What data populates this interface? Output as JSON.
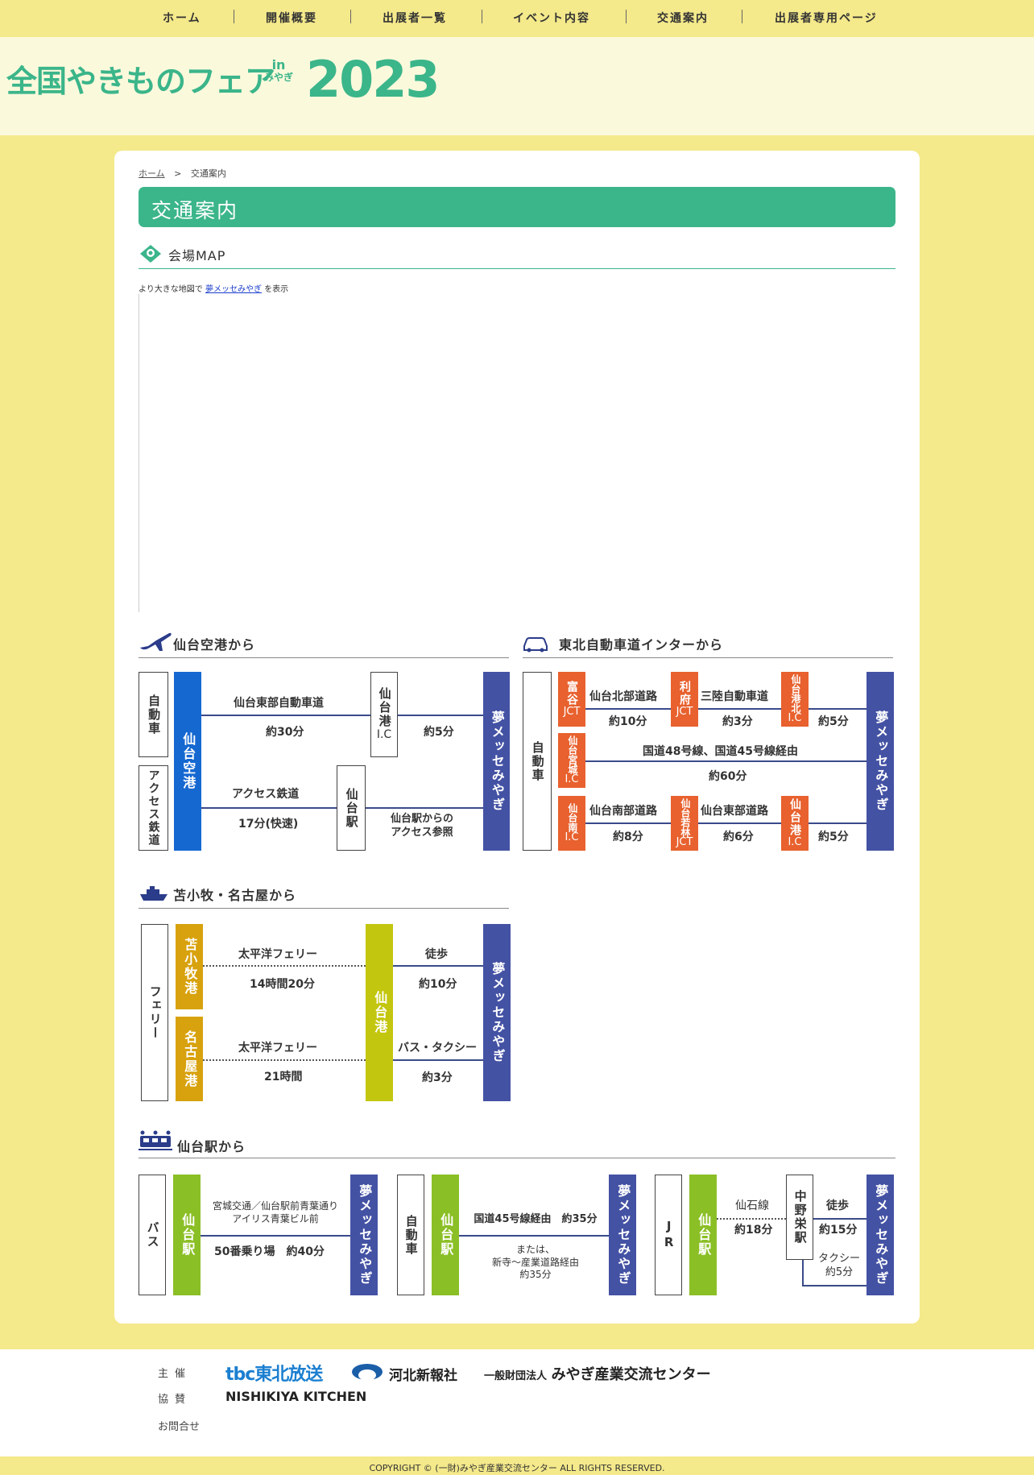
{
  "nav": {
    "items": [
      "ホーム",
      "開催概要",
      "出展者一覧",
      "イベント内容",
      "交通案内",
      "出展者専用ページ"
    ]
  },
  "logo": {
    "main": "全国やきものフェア",
    "in": "in",
    "miyagi": "みやぎ",
    "year": "2023"
  },
  "breadcrumb": {
    "home": "ホーム",
    "sep": ">",
    "current": "交通案内"
  },
  "page_title": "交通案内",
  "map_section": {
    "heading": "会場MAP",
    "link_prefix": "より大きな地図で",
    "link_text": "夢メッセみやぎ",
    "link_suffix": "を表示"
  },
  "airport": {
    "heading": "仙台空港から",
    "car": "自動車",
    "rail": "アクセス鉄道",
    "airport": "仙台空港",
    "road": "仙台東部自動車道",
    "road_time": "約30分",
    "ic": "仙台港",
    "ic_sub": "I.C",
    "ic_time": "約5分",
    "rail_name": "アクセス鉄道",
    "rail_time": "17分(快速)",
    "station": "仙台駅",
    "station_note": "仙台駅からの\nアクセス参照",
    "dest": "夢メッセみやぎ"
  },
  "highway": {
    "heading": "東北自動車道インターから",
    "car": "自動車",
    "tomiya": "富谷",
    "jct": "JCT",
    "r1": "仙台北部道路",
    "r1_time": "約10分",
    "rifu": "利府",
    "r2": "三陸自動車道",
    "r2_time": "約3分",
    "sendaikoukita": "仙台港北",
    "ic": "I.C",
    "end1_time": "約5分",
    "miyagi_ic": "仙台宮城",
    "r3": "国道48号線、国道45号線経由",
    "r3_time": "約60分",
    "minami": "仙台南",
    "r4": "仙台南部道路",
    "r4_time": "約8分",
    "wakabayashi": "仙台若林",
    "r5": "仙台東部道路",
    "r5_time": "約6分",
    "sendaikou": "仙台港",
    "end2_time": "約5分",
    "dest": "夢メッセみやぎ"
  },
  "ferry": {
    "heading": "苫小牧・名古屋から",
    "ferry": "フェリー",
    "tomakomai": "苫小牧港",
    "nagoya": "名古屋港",
    "f1": "太平洋フェリー",
    "f1_time": "14時間20分",
    "f2": "太平洋フェリー",
    "f2_time": "21時間",
    "port": "仙台港",
    "walk": "徒歩",
    "walk_time": "約10分",
    "bus": "バス・タクシー",
    "bus_time": "約3分",
    "dest": "夢メッセみやぎ"
  },
  "station": {
    "heading": "仙台駅から",
    "bus": "バス",
    "station": "仙台駅",
    "bus_route": "宮城交通／仙台駅前青葉通り\nアイリス青葉ビル前",
    "bus_time": "50番乗り場　約40分",
    "car": "自動車",
    "car_route": "国道45号線経由　約35分",
    "car_alt": "または、\n新寺〜産業道路経由\n約35分",
    "jr": "JR",
    "line": "仙石線",
    "line_time": "約18分",
    "nakano": "中野栄駅",
    "walk": "徒歩",
    "walk_time": "約15分",
    "taxi": "タクシー\n約5分",
    "dest": "夢メッセみやぎ"
  },
  "footer": {
    "host_label": "主催",
    "support_label": "協賛",
    "contact": "お問合せ",
    "tbc": "tbc東北放送",
    "kahoku": "河北新報社",
    "center_prefix": "一般財団法人",
    "center": "みやぎ産業交流センター",
    "sponsor": "NISHIKIYA KITCHEN",
    "copyright": "COPYRIGHT © (一財)みやぎ産業交流センター ALL RIGHTS RESERVED."
  },
  "colors": {
    "green": "#3bb58a",
    "yellow": "#f4e98b",
    "navy": "#4452a4",
    "blue": "#1668d1",
    "orange": "#e8612e"
  }
}
